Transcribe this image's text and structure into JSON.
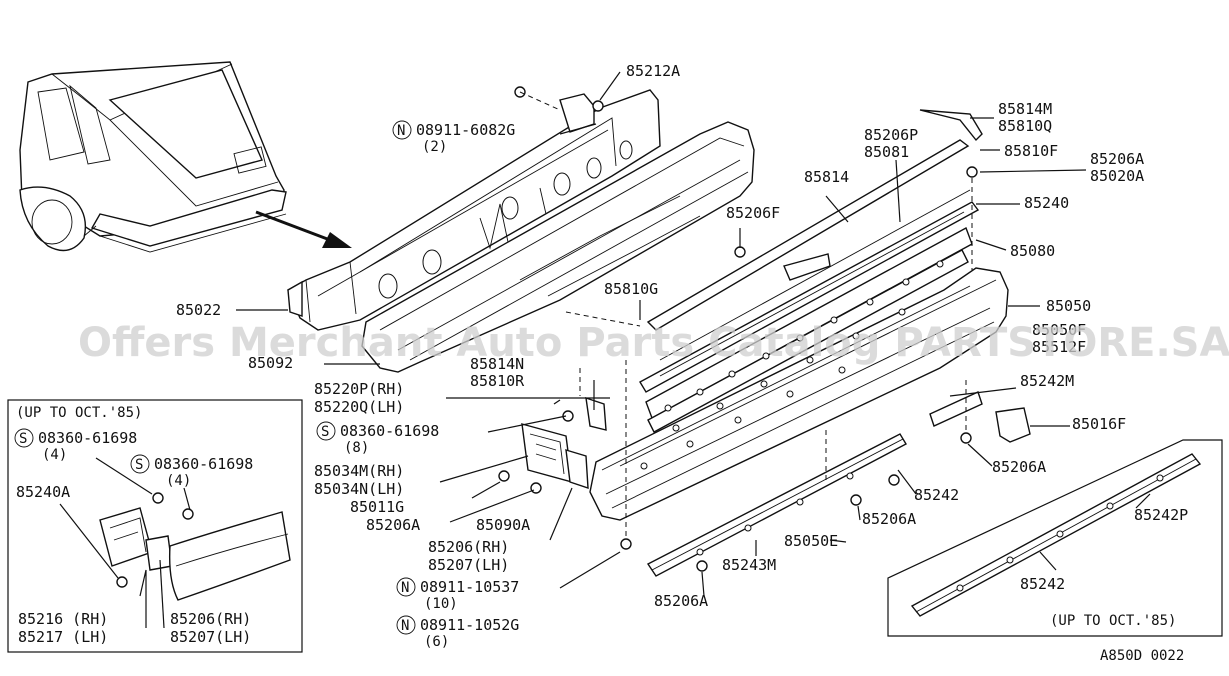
{
  "watermark": "Offers Merchant Auto Parts Catalog PARTSTORE.SA",
  "drawing_code": "A850D 0022",
  "inset_left": {
    "title": "(UP TO OCT.'85)"
  },
  "inset_right": {
    "title": "(UP TO OCT.'85)"
  },
  "symbols": {
    "n": "N",
    "s": "S"
  },
  "labels": [
    {
      "id": "85212A",
      "text": "85212A"
    },
    {
      "id": "n08911-6082g",
      "text": "08911-6082G"
    },
    {
      "id": "qty-2",
      "text": "(2)"
    },
    {
      "id": "85814M",
      "text": "85814M"
    },
    {
      "id": "85810Q",
      "text": "85810Q"
    },
    {
      "id": "85206P",
      "text": "85206P"
    },
    {
      "id": "85081",
      "text": "85081"
    },
    {
      "id": "85810F",
      "text": "85810F"
    },
    {
      "id": "85206A-top",
      "text": "85206A"
    },
    {
      "id": "85020A",
      "text": "85020A"
    },
    {
      "id": "85814",
      "text": "85814"
    },
    {
      "id": "85240",
      "text": "85240"
    },
    {
      "id": "85206F",
      "text": "85206F"
    },
    {
      "id": "85080",
      "text": "85080"
    },
    {
      "id": "85810G",
      "text": "85810G"
    },
    {
      "id": "85050",
      "text": "85050"
    },
    {
      "id": "85022",
      "text": "85022"
    },
    {
      "id": "85050F",
      "text": "85050F"
    },
    {
      "id": "85512F",
      "text": "85512F"
    },
    {
      "id": "85092",
      "text": "85092"
    },
    {
      "id": "85814N",
      "text": "85814N"
    },
    {
      "id": "85810R",
      "text": "85810R"
    },
    {
      "id": "85242M",
      "text": "85242M"
    },
    {
      "id": "85220P",
      "text": "85220P(RH)"
    },
    {
      "id": "85220Q",
      "text": "85220Q(LH)"
    },
    {
      "id": "85016F",
      "text": "85016F"
    },
    {
      "id": "s08360-61698-main",
      "text": "08360-61698"
    },
    {
      "id": "qty-8",
      "text": "(8)"
    },
    {
      "id": "85206A-right",
      "text": "85206A"
    },
    {
      "id": "85034M",
      "text": "85034M(RH)"
    },
    {
      "id": "85034N",
      "text": "85034N(LH)"
    },
    {
      "id": "85242-main",
      "text": "85242"
    },
    {
      "id": "85011G",
      "text": "85011G"
    },
    {
      "id": "85206A-mid",
      "text": "85206A"
    },
    {
      "id": "85206A-left",
      "text": "85206A"
    },
    {
      "id": "85090A",
      "text": "85090A"
    },
    {
      "id": "85050E",
      "text": "85050E"
    },
    {
      "id": "85206RH",
      "text": "85206(RH)"
    },
    {
      "id": "85207LH",
      "text": "85207(LH)"
    },
    {
      "id": "85243M",
      "text": "85243M"
    },
    {
      "id": "85242P",
      "text": "85242P"
    },
    {
      "id": "n08911-10537",
      "text": "08911-10537"
    },
    {
      "id": "qty-10",
      "text": "(10)"
    },
    {
      "id": "85206A-bottom",
      "text": "85206A"
    },
    {
      "id": "85242-inset",
      "text": "85242"
    },
    {
      "id": "n08911-1052g",
      "text": "08911-1052G"
    },
    {
      "id": "qty-6",
      "text": "(6)"
    },
    {
      "id": "inset-s08360-a",
      "text": "08360-61698"
    },
    {
      "id": "inset-qty-4a",
      "text": "(4)"
    },
    {
      "id": "inset-s08360-b",
      "text": "08360-61698"
    },
    {
      "id": "inset-qty-4b",
      "text": "(4)"
    },
    {
      "id": "inset-85240A",
      "text": "85240A"
    },
    {
      "id": "inset-85216",
      "text": "85216 (RH)"
    },
    {
      "id": "inset-85217",
      "text": "85217 (LH)"
    },
    {
      "id": "inset-85206",
      "text": "85206(RH)"
    },
    {
      "id": "inset-85207",
      "text": "85207(LH)"
    }
  ]
}
